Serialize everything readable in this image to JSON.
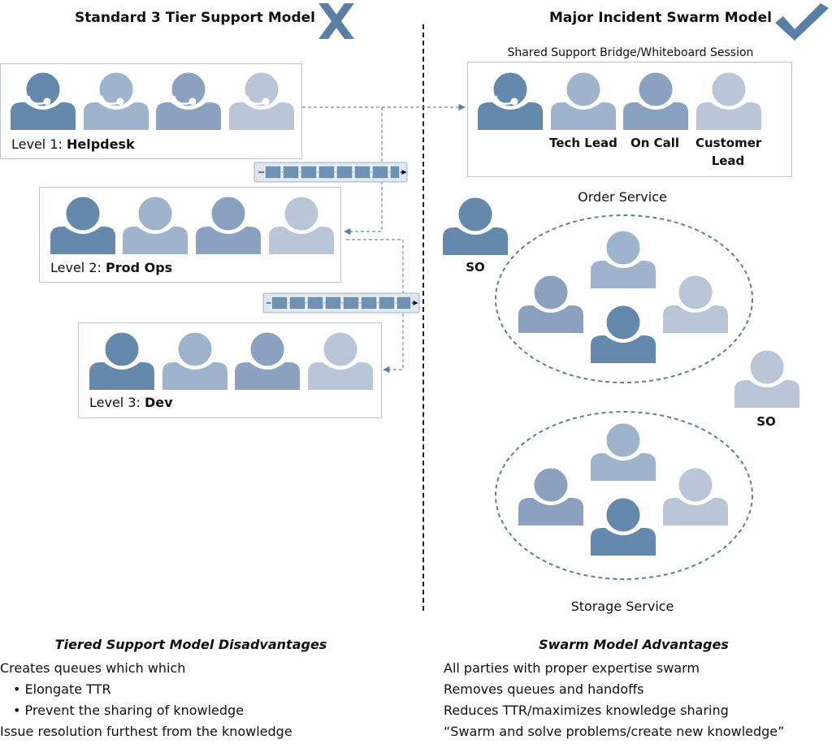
{
  "left": {
    "heading": "Standard 3 Tier Support Model",
    "level1": {
      "prefix": "Level 1: ",
      "name": "Helpdesk"
    },
    "level2": {
      "prefix": "Level 2: ",
      "name": "Prod Ops"
    },
    "level3": {
      "prefix": "Level 3: ",
      "name": "Dev"
    }
  },
  "right": {
    "heading": "Major Incident Swarm Model",
    "bridge_caption": "Shared Support Bridge/Whiteboard Session",
    "roles": [
      {
        "label": ""
      },
      {
        "label": "Tech Lead"
      },
      {
        "label": "On Call"
      },
      {
        "label": "Customer Lead"
      }
    ],
    "order_service": "Order Service",
    "storage_service": "Storage Service",
    "so_label_1": "SO",
    "so_label_2": "SO"
  },
  "disadvantages": {
    "title": "Tiered Support Model Disadvantages",
    "lines": [
      "Creates queues which which",
      "• Elongate TTR",
      "• Prevent the sharing of knowledge",
      "Issue resolution furthest from the knowledge"
    ]
  },
  "advantages": {
    "title": "Swarm Model Advantages",
    "lines": [
      "All parties with proper expertise swarm",
      "Removes queues and handoffs",
      "Reduces TTR/maximizes knowledge sharing",
      "“Swarm and solve problems/create new knowledge”"
    ]
  },
  "icons": {
    "cross": "x-mark-icon",
    "check": "check-mark-icon",
    "agent": "headset-person-icon",
    "person": "person-icon"
  },
  "colors": {
    "person_dark": "#6489ad",
    "person_mid": "#8aa2c0",
    "person_soft": "#9fb3cc",
    "person_light": "#b8c6d8",
    "mark": "#5a7fa4",
    "queue": "#6e91b4"
  }
}
